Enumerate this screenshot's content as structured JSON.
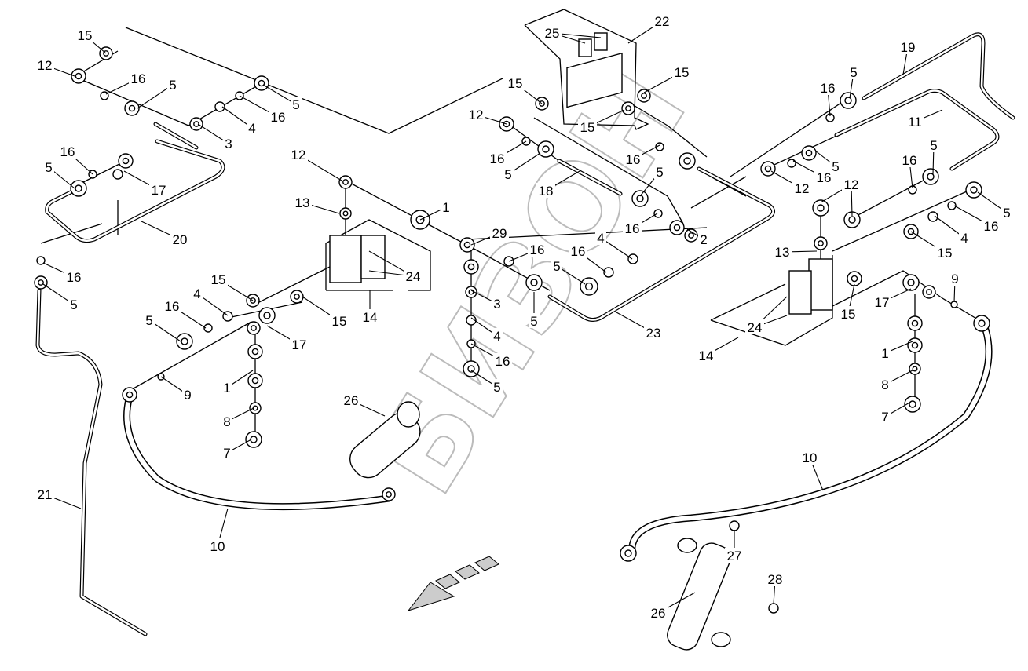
{
  "diagram": {
    "watermark": "БИЗОН",
    "callouts": [
      "15",
      "12",
      "16",
      "5",
      "5",
      "16",
      "4",
      "3",
      "16",
      "5",
      "17",
      "20",
      "16",
      "5",
      "21",
      "10",
      "9",
      "1",
      "8",
      "7",
      "5",
      "16",
      "4",
      "15",
      "15",
      "14",
      "17",
      "24",
      "13",
      "12",
      "1",
      "29",
      "3",
      "4",
      "16",
      "5",
      "26",
      "16",
      "5",
      "5",
      "16",
      "4",
      "23",
      "2",
      "16",
      "5",
      "18",
      "16",
      "5",
      "12",
      "15",
      "15",
      "25",
      "22",
      "15",
      "16",
      "19",
      "5",
      "16",
      "11",
      "16",
      "5",
      "12",
      "12",
      "16",
      "5",
      "5",
      "16",
      "4",
      "15",
      "13",
      "15",
      "17",
      "9",
      "24",
      "14",
      "1",
      "8",
      "7",
      "10",
      "27",
      "28",
      "26"
    ],
    "colors": {
      "line": "#000000",
      "background": "#ffffff",
      "watermark": "#bbbbbb",
      "arrow": "#cccccc"
    }
  }
}
